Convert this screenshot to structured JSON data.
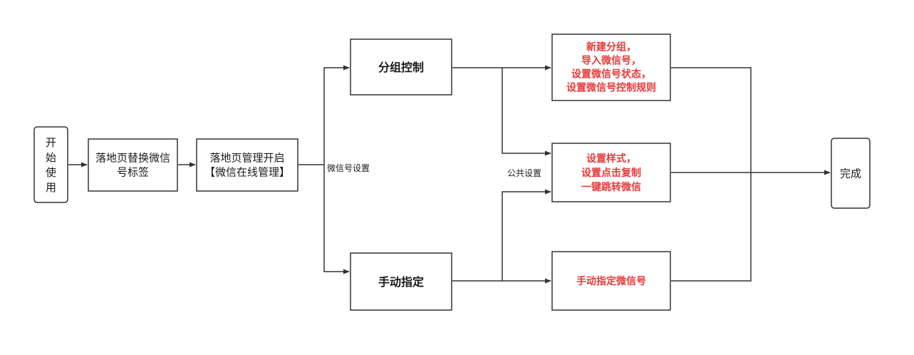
{
  "colors": {
    "stroke": "#333333",
    "text": "#1a1a1a",
    "highlight": "#e8393a",
    "background": "#ffffff"
  },
  "nodes": {
    "start": {
      "lines": [
        "开",
        "始",
        "使",
        "用"
      ]
    },
    "replace_tag": {
      "lines": [
        "落地页替换微信",
        "号标签"
      ]
    },
    "enable_manage": {
      "lines": [
        "落地页管理开启",
        "【微信在线管理】"
      ]
    },
    "group_control": {
      "lines": [
        "分组控制"
      ]
    },
    "manual_assign": {
      "lines": [
        "手动指定"
      ]
    },
    "group_detail": {
      "lines": [
        "新建分组，",
        "导入微信号，",
        "设置微信号状态，",
        "设置微信号控制规则"
      ]
    },
    "style_detail": {
      "lines": [
        "设置样式，",
        "设置点击复制",
        "一键跳转微信"
      ]
    },
    "manual_detail": {
      "lines": [
        "手动指定微信号"
      ]
    },
    "done": {
      "lines": [
        "完成"
      ]
    }
  },
  "edge_labels": {
    "wechat_settings": "微信号设置",
    "public_settings": "公共设置"
  }
}
